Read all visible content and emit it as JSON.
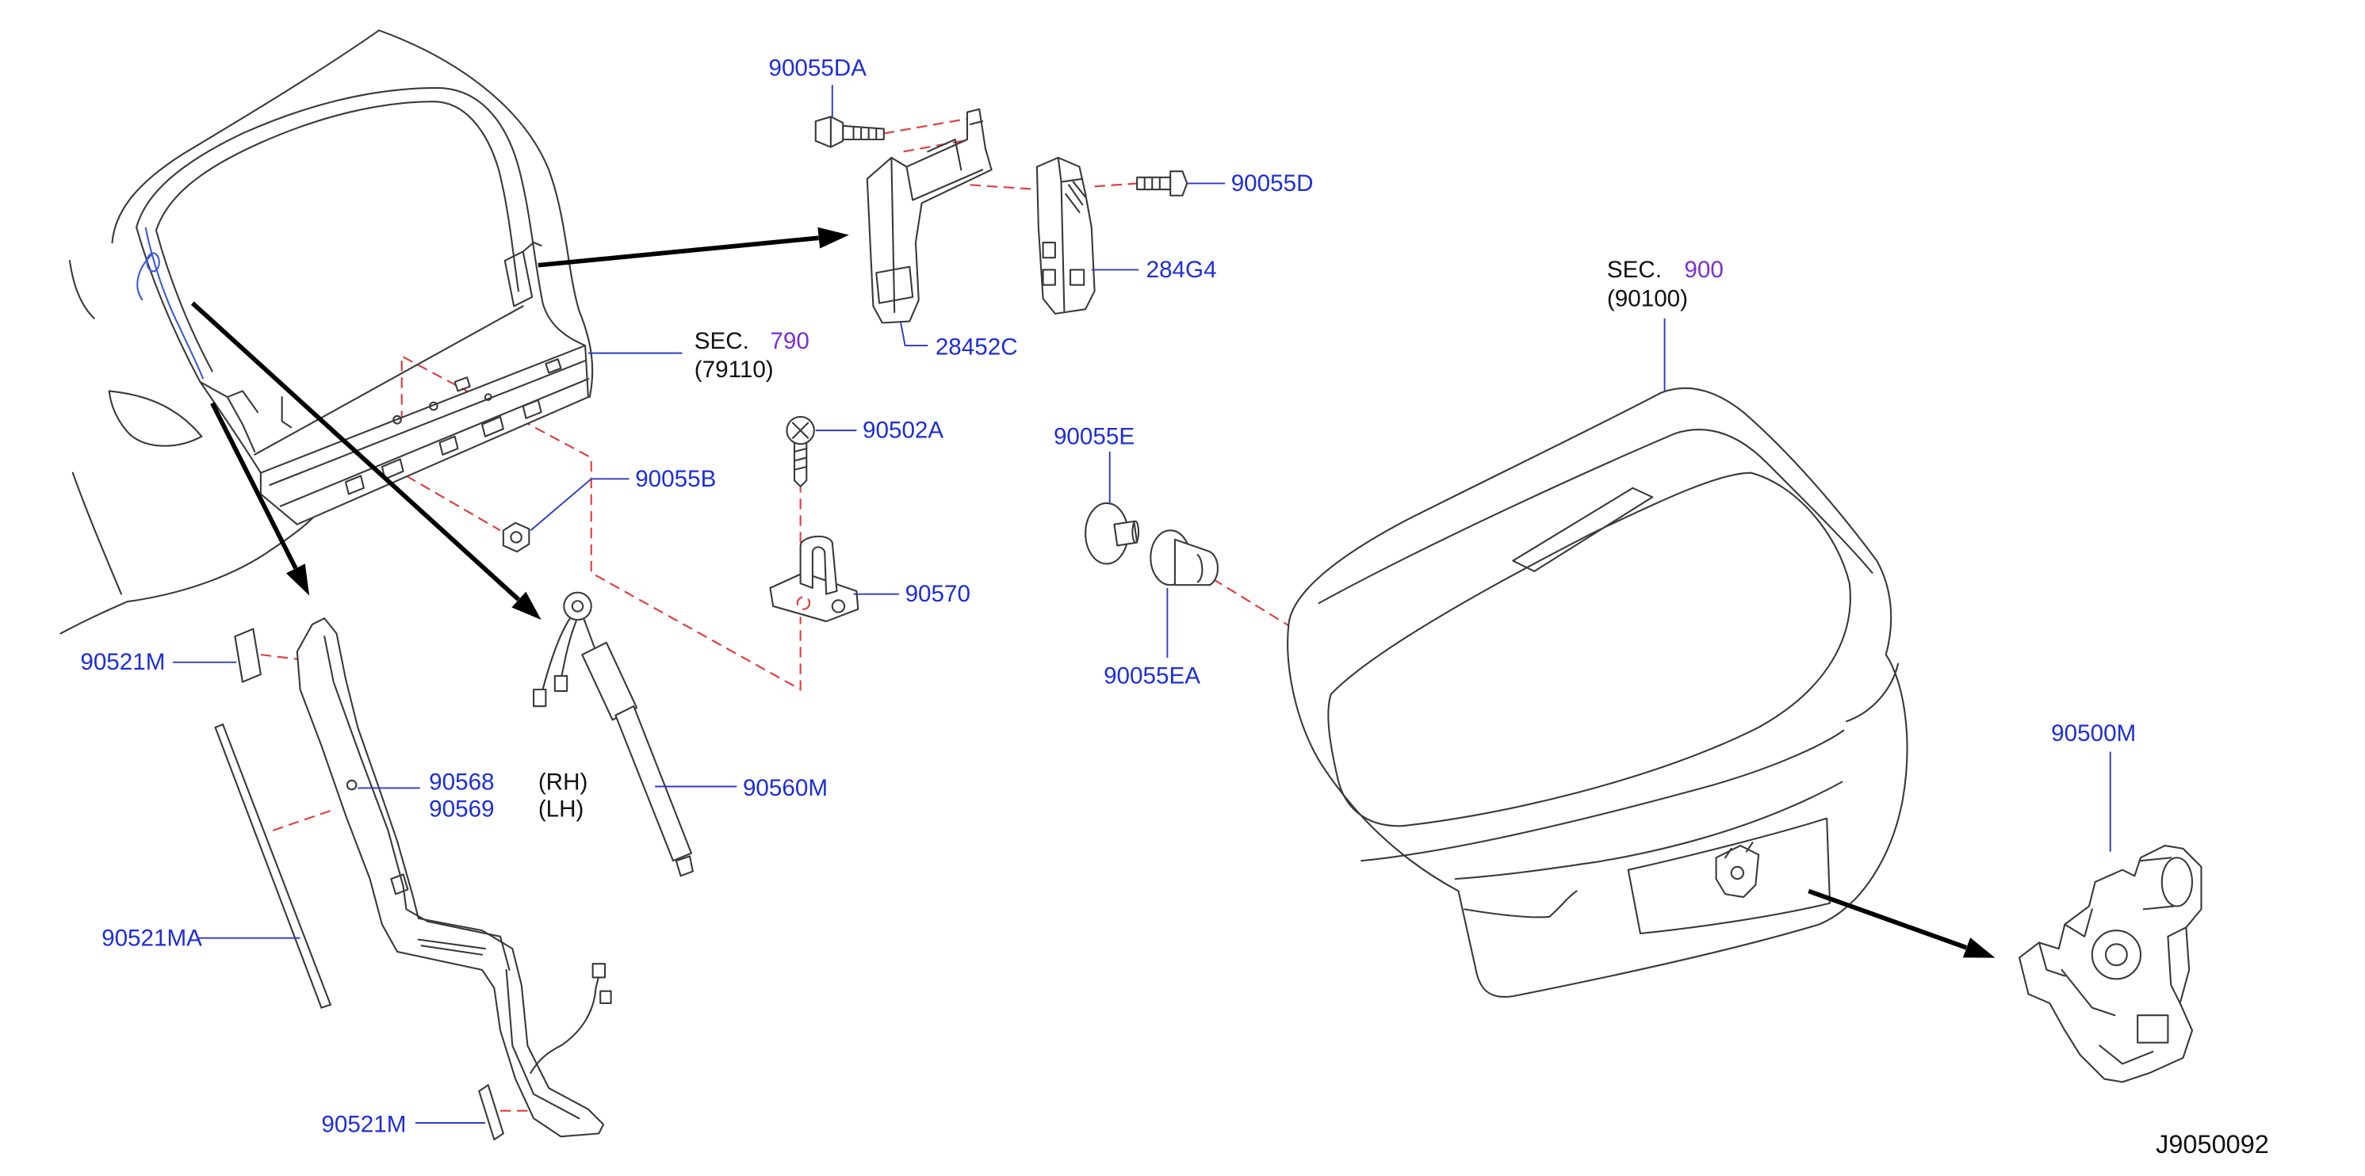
{
  "illustration_code": "J9050092",
  "colors": {
    "part_number": "#1d2ed8",
    "section_number": "#7b2fd3",
    "text": "#111111",
    "line_art": "#3a3a3a",
    "leader_line": "#2b3cc8",
    "dashed_leader": "#e23a3a",
    "arrow": "#000000",
    "background": "#ffffff"
  },
  "sections": [
    {
      "prefix": "SEC.",
      "number": "790",
      "subgroup": "(79110)"
    },
    {
      "prefix": "SEC.",
      "number": "900",
      "subgroup": "(90100)"
    }
  ],
  "callouts": [
    {
      "part_number": "90055DA"
    },
    {
      "part_number": "90055D"
    },
    {
      "part_number": "284G4"
    },
    {
      "part_number": "28452C"
    },
    {
      "part_number": "90502A"
    },
    {
      "part_number": "90055B"
    },
    {
      "part_number": "90570"
    },
    {
      "part_number": "90055E"
    },
    {
      "part_number": "90055EA"
    },
    {
      "part_number": "90521M"
    },
    {
      "part_number": "90568",
      "side": "(RH)"
    },
    {
      "part_number": "90569",
      "side": "(LH)"
    },
    {
      "part_number": "90560M"
    },
    {
      "part_number": "90521MA"
    },
    {
      "part_number": "90521M"
    },
    {
      "part_number": "90500M"
    }
  ]
}
